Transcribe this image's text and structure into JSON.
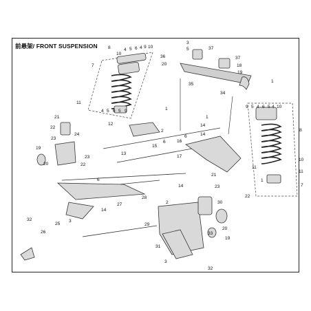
{
  "title": "前悬架/ FRONT SUSPENSION",
  "callouts": {
    "c1": "8",
    "c2": "10",
    "c3": "4",
    "c4": "5",
    "c5": "6",
    "c6": "4",
    "c7": "9",
    "c8": "10",
    "c9": "7",
    "c10": "11",
    "c11": "4",
    "c12": "5",
    "c13": "6",
    "c14": "5",
    "c15": "9",
    "c16": "3",
    "c17": "37",
    "c18": "5",
    "c19": "36",
    "c20": "20",
    "c21": "37",
    "c22": "18",
    "c23": "19",
    "c24": "1",
    "c25": "35",
    "c26": "34",
    "c27": "1",
    "c28": "1",
    "c29": "12",
    "c30": "2",
    "c31": "21",
    "c32": "22",
    "c33": "24",
    "c34": "23",
    "c35": "19",
    "c36": "20",
    "c37": "23",
    "c38": "22",
    "c39": "13",
    "c40": "15",
    "c41": "6",
    "c42": "16",
    "c43": "14",
    "c44": "14",
    "c45": "6",
    "c46": "17",
    "c47": "8",
    "c48": "9",
    "c49": "5",
    "c50": "4",
    "c51": "6",
    "c52": "5",
    "c53": "4",
    "c54": "10",
    "c55": "11",
    "c56": "1",
    "c57": "10",
    "c58": "11",
    "c59": "7",
    "c60": "6",
    "c61": "27",
    "c62": "28",
    "c63": "14",
    "c64": "21",
    "c65": "23",
    "c66": "22",
    "c67": "32",
    "c68": "25",
    "c69": "3",
    "c70": "26",
    "c71": "14",
    "c72": "29",
    "c73": "2",
    "c74": "30",
    "c75": "33",
    "c76": "20",
    "c77": "19",
    "c78": "31",
    "c79": "3",
    "c80": "32"
  }
}
